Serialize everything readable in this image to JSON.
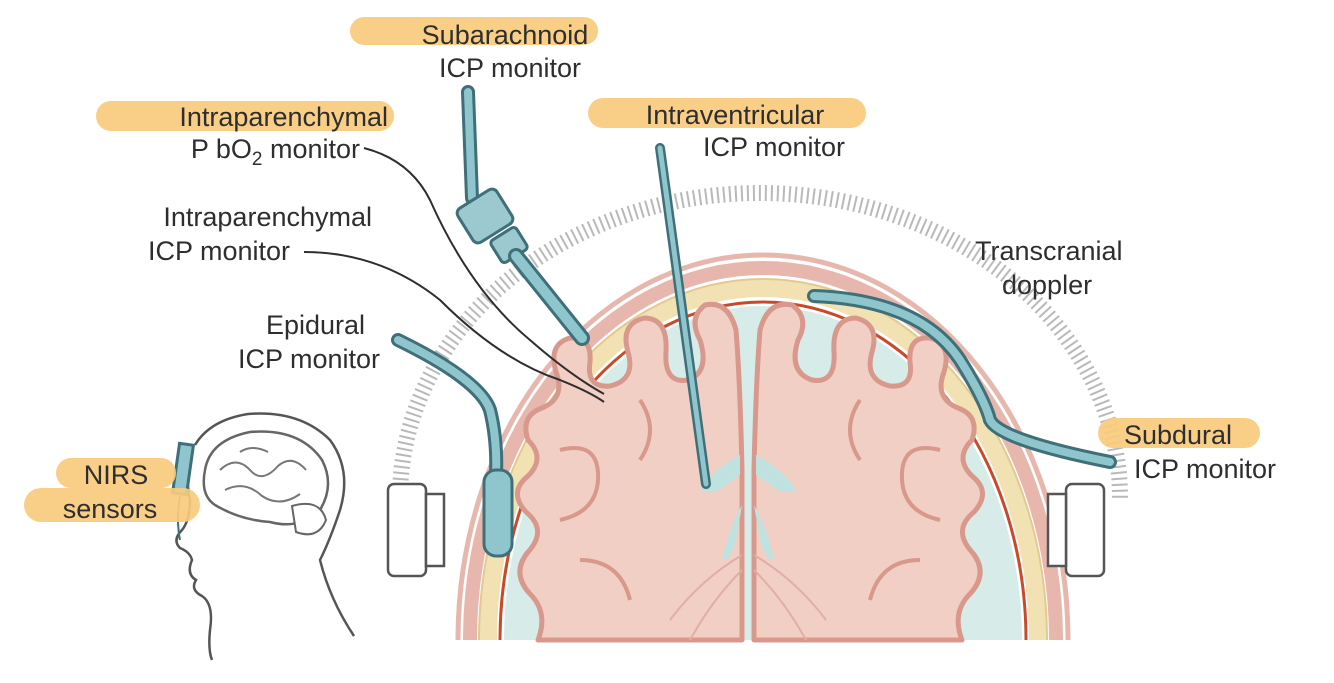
{
  "labels": {
    "subarachnoid_1": "Subarachnoid",
    "subarachnoid_2": "ICP monitor",
    "intraparenchymal_pbo2_1": "Intraparenchymal",
    "intraparenchymal_pbo2_2a": "P bO",
    "intraparenchymal_pbo2_2sub": "2",
    "intraparenchymal_pbo2_2b": " monitor",
    "intraventricular_1": "Intraventricular",
    "intraventricular_2": "ICP monitor",
    "intraparenchymal_icp_1": "Intraparenchymal",
    "intraparenchymal_icp_2": "ICP monitor",
    "transcranial_1": "Transcranial",
    "transcranial_2": "doppler",
    "epidural_1": "Epidural",
    "epidural_2": "ICP monitor",
    "subdural_1": "Subdural",
    "subdural_2": "ICP monitor",
    "nirs_1": "NIRS",
    "nirs_2": "sensors"
  },
  "colors": {
    "highlight": "#f8cb7e",
    "brain": "#f2cfc4",
    "brain_outline": "#d9988c",
    "skull_bone": "#f2e2b3",
    "scalp": "#e7b7ad",
    "csf": "#d7ece9",
    "ventricle": "#bfe2e0",
    "catheter": "#3f6f78",
    "catheter_light": "#8fc5cc",
    "dura_vessel": "#c94a2a",
    "text": "#2e2e2e"
  }
}
